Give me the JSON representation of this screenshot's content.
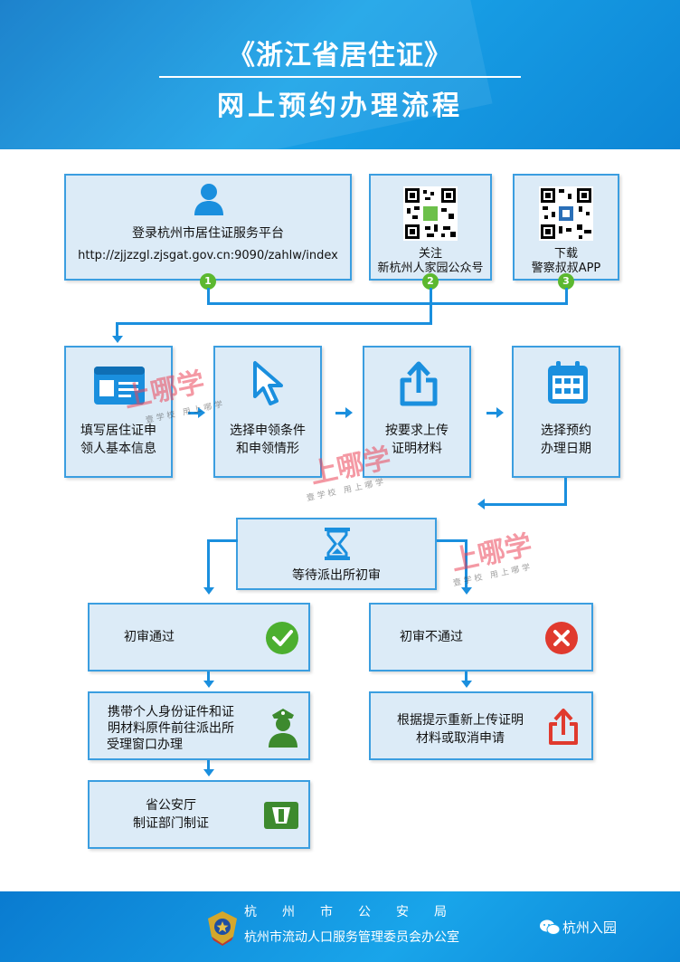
{
  "header": {
    "title_line1": "《浙江省居住证》",
    "title_line2": "网上预约办理流程"
  },
  "step_channels": {
    "platform": {
      "label": "登录杭州市居住证服务平台",
      "url": "http://zjjzzgl.zjsgat.gov.cn:9090/zahlw/index",
      "number": "1"
    },
    "wechat": {
      "label1": "关注",
      "label2": "新杭州人家园公众号",
      "number": "2"
    },
    "app": {
      "label1": "下载",
      "label2": "警察叔叔APP",
      "number": "3"
    }
  },
  "steps": [
    {
      "line1": "填写居住证申",
      "line2": "领人基本信息",
      "icon": "id-card-icon"
    },
    {
      "line1": "选择申领条件",
      "line2": "和申领情形",
      "icon": "cursor-icon"
    },
    {
      "line1": "按要求上传",
      "line2": "证明材料",
      "icon": "upload-icon"
    },
    {
      "line1": "选择预约",
      "line2": "办理日期",
      "icon": "calendar-icon"
    }
  ],
  "wait": {
    "label": "等待派出所初审",
    "icon": "hourglass-icon"
  },
  "pass_branch": {
    "label": "初审通过",
    "step1_line1": "携带个人身份证件和证",
    "step1_line2": "明材料原件前往派出所",
    "step1_line3": "受理窗口办理",
    "step2_line1": "省公安厅",
    "step2_line2": "制证部门制证"
  },
  "fail_branch": {
    "label": "初审不通过",
    "step1_line1": "根据提示重新上传证明",
    "step1_line2": "材料或取消申请"
  },
  "watermark": {
    "text": "上哪学",
    "sub": "壹学校 用上哪学"
  },
  "footer": {
    "line1": "杭州市公安局",
    "line2": "杭州市流动人口服务管理委员会办公室",
    "wechat_account": "杭州入园"
  },
  "colors": {
    "header_blue": "#0d86d6",
    "box_fill": "#dcebf7",
    "box_border": "#3b9ee0",
    "number_green": "#5cb82f",
    "pass_green": "#4caf2f",
    "fail_red": "#e03a2e"
  }
}
